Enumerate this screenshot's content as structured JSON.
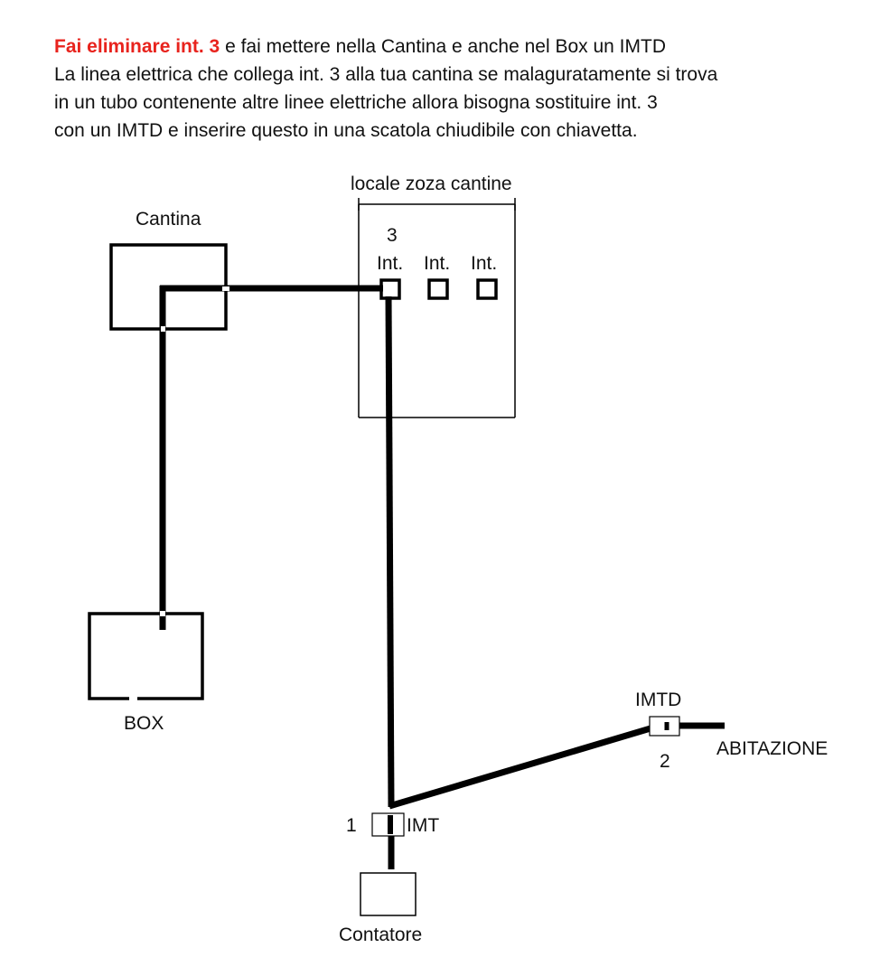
{
  "instructions": {
    "line1_highlight": "Fai eliminare int. 3",
    "line1_rest": " e fai mettere nella Cantina e anche nel Box un  IMTD",
    "line2": "La linea elettrica che collega int. 3 alla tua cantina se malaguratamente si trova",
    "line3": "in un tubo contenente altre linee elettriche allora bisogna sostituire int. 3",
    "line4": "con un IMTD e inserire questo in una scatola chiudibile con chiavetta."
  },
  "diagram": {
    "locale_title": "locale zoza cantine",
    "cantina_label": "Cantina",
    "switch_number": "3",
    "switch_labels": [
      "Int.",
      "Int.",
      "Int."
    ],
    "box_label": "BOX",
    "imtd_label": "IMTD",
    "imtd_number": "2",
    "abitazione_label": "ABITAZIONE",
    "imt_number": "1",
    "imt_label": "IMT",
    "contatore_label": "Contatore"
  },
  "colors": {
    "highlight": "#e8231d",
    "wire": "#000000",
    "text": "#111111"
  }
}
